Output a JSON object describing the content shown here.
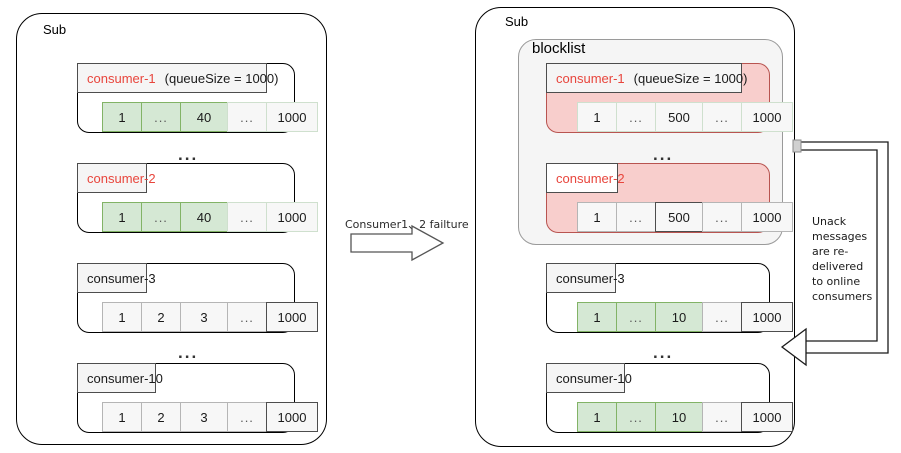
{
  "diagram": {
    "title_left": "Sub",
    "title_right": "Sub",
    "blocklist_label": "blocklist",
    "transition_label": "Consumer1、2 failture",
    "note": "Unack messages\nare re-delivered\nto online\nconsumers",
    "ellipsis": "...",
    "colors": {
      "consumer_red": "#e8453c",
      "blocked_fill": "#f8cecc",
      "blocked_stroke": "#b85450",
      "green_fill": "#d5e8d4",
      "green_stroke": "#82b366",
      "cell_fill": "#f7f7f7",
      "cell_stroke": "#b5b5b5",
      "blocklist_fill": "#f5f5f5",
      "outline": "#000000"
    }
  },
  "left_panel": {
    "label": "Sub",
    "consumers": [
      {
        "name": "consumer-1",
        "queue_size": "(queueSize = 1000)",
        "blocked": false,
        "cells": [
          {
            "text": "1",
            "style": "green"
          },
          {
            "text": "...",
            "style": "green"
          },
          {
            "text": "40",
            "style": "green"
          },
          {
            "text": "...",
            "style": "pale-green"
          },
          {
            "text": "1000",
            "style": "pale-green"
          }
        ]
      },
      {
        "name": "consumer-2",
        "queue_size": "",
        "blocked": false,
        "cells": [
          {
            "text": "1",
            "style": "green"
          },
          {
            "text": "...",
            "style": "green"
          },
          {
            "text": "40",
            "style": "green"
          },
          {
            "text": "...",
            "style": "pale-green"
          },
          {
            "text": "1000",
            "style": "pale-green"
          }
        ]
      },
      {
        "name": "consumer-3",
        "queue_size": "",
        "blocked": false,
        "cells": [
          {
            "text": "1",
            "style": "plain"
          },
          {
            "text": "2",
            "style": "plain"
          },
          {
            "text": "3",
            "style": "plain"
          },
          {
            "text": "...",
            "style": "plain"
          },
          {
            "text": "1000",
            "style": "dark"
          }
        ]
      },
      {
        "name": "consumer-10",
        "queue_size": "",
        "blocked": false,
        "cells": [
          {
            "text": "1",
            "style": "plain"
          },
          {
            "text": "2",
            "style": "plain"
          },
          {
            "text": "3",
            "style": "plain"
          },
          {
            "text": "...",
            "style": "plain"
          },
          {
            "text": "1000",
            "style": "dark"
          }
        ]
      }
    ]
  },
  "right_panel": {
    "label": "Sub",
    "blocklist": {
      "label": "blocklist",
      "consumers": [
        {
          "name": "consumer-1",
          "queue_size": "(queueSize = 1000)",
          "blocked": true,
          "cells": [
            {
              "text": "1",
              "style": "pale-green"
            },
            {
              "text": "...",
              "style": "pale-green"
            },
            {
              "text": "500",
              "style": "pale-green"
            },
            {
              "text": "...",
              "style": "pale-green"
            },
            {
              "text": "1000",
              "style": "pale-green"
            }
          ]
        },
        {
          "name": "consumer-2",
          "queue_size": "",
          "blocked": true,
          "cells": [
            {
              "text": "1",
              "style": "plain"
            },
            {
              "text": "...",
              "style": "plain"
            },
            {
              "text": "500",
              "style": "dark"
            },
            {
              "text": "...",
              "style": "plain"
            },
            {
              "text": "1000",
              "style": "plain"
            }
          ]
        }
      ]
    },
    "consumers": [
      {
        "name": "consumer-3",
        "queue_size": "",
        "blocked": false,
        "cells": [
          {
            "text": "1",
            "style": "green"
          },
          {
            "text": "...",
            "style": "green"
          },
          {
            "text": "10",
            "style": "green"
          },
          {
            "text": "...",
            "style": "plain"
          },
          {
            "text": "1000",
            "style": "dark"
          }
        ]
      },
      {
        "name": "consumer-10",
        "queue_size": "",
        "blocked": false,
        "cells": [
          {
            "text": "1",
            "style": "green"
          },
          {
            "text": "...",
            "style": "green"
          },
          {
            "text": "10",
            "style": "green"
          },
          {
            "text": "...",
            "style": "plain"
          },
          {
            "text": "1000",
            "style": "dark"
          }
        ]
      }
    ]
  }
}
